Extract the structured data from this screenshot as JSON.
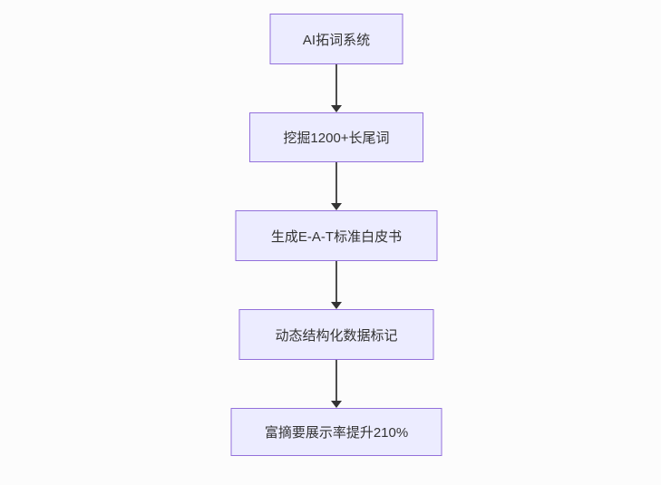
{
  "flowchart": {
    "direction": "top-down",
    "nodes": [
      {
        "label": "AI拓词系统"
      },
      {
        "label": "挖掘1200+长尾词"
      },
      {
        "label": "生成E-A-T标准白皮书"
      },
      {
        "label": "动态结构化数据标记"
      },
      {
        "label": "富摘要展示率提升210%"
      }
    ],
    "edges": [
      {
        "from": 0,
        "to": 1
      },
      {
        "from": 1,
        "to": 2
      },
      {
        "from": 2,
        "to": 3
      },
      {
        "from": 3,
        "to": 4
      }
    ],
    "colors": {
      "node_fill": "#ECECFF",
      "node_border": "#9370DB",
      "text": "#333333",
      "arrow": "#333333",
      "background": "#fcfcfc"
    }
  }
}
